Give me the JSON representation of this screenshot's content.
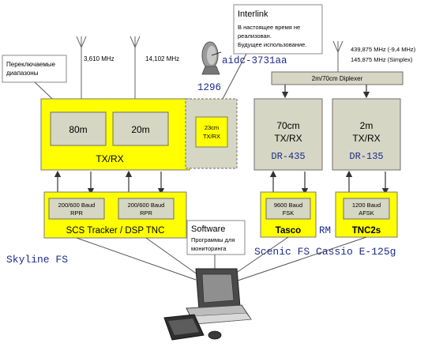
{
  "note_bands": "Переключаемые диапазоны",
  "antenna1_freq": "3,610 MHz",
  "antenna2_freq": "14,102 MHz",
  "band_80m": "80m",
  "band_20m": "20m",
  "txrx_main": "TX/RX",
  "modem1_line1": "200/600 Baud",
  "modem1_line2": "RPR",
  "modem2_line1": "200/600 Baud",
  "modem2_line2": "RPR",
  "tnc_main_label": "SCS Tracker / DSP TNC",
  "skyline_label": "Skyline FS",
  "interlink_title": "Interlink",
  "interlink_text_1": "В настоящее время не",
  "interlink_text_2": "реализован.",
  "interlink_text_3": "Будущее использование.",
  "sat_callsign": "aidc-3731aa",
  "sat_freq": "1296",
  "box23_line1": "23cm",
  "box23_line2": "TX/RX",
  "diplexer_label": "2m/70cm Diplexer",
  "diplex_freq1": "439,875 MHz (-9,4 MHz)",
  "diplex_freq2": "145,875 MHz (Simplex)",
  "radio70_line1": "70cm",
  "radio70_line2": "TX/RX",
  "radio70_model": "DR-435",
  "radio2m_line1": "2m",
  "radio2m_line2": "TX/RX",
  "radio2m_model": "DR-135",
  "modem3_line1": "9600 Baud",
  "modem3_line2": "FSK",
  "modem4_line1": "1200 Baud",
  "modem4_line2": "AFSK",
  "tasco_label": "Tasco",
  "rm_label": "RM",
  "tnc2s_label": "TNC2s",
  "software_title": "Software",
  "software_text_1": "Программы для",
  "software_text_2": "мониторинга",
  "scenic_label": "Scenic FS Cassio E-125g"
}
